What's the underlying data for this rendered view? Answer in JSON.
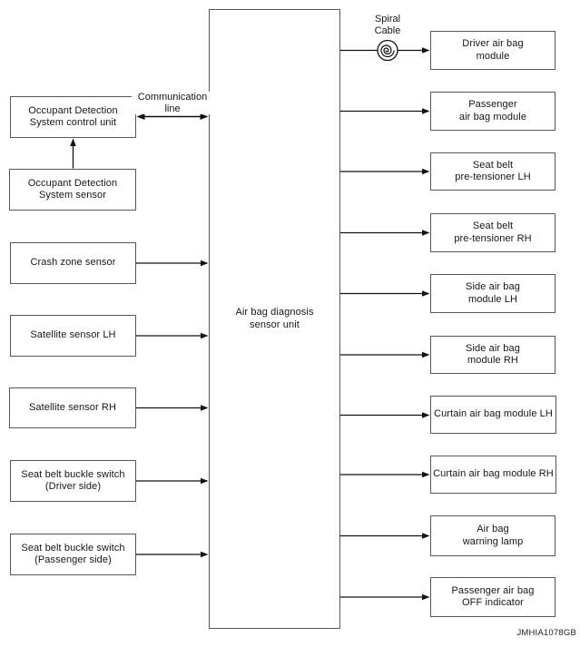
{
  "center_unit": {
    "label": "Air bag diagnosis\nsensor unit"
  },
  "left_column": [
    {
      "label": "Occupant Detection\nSystem control unit"
    },
    {
      "label": "Occupant Detection\nSystem sensor"
    },
    {
      "label": "Crash zone sensor"
    },
    {
      "label": "Satellite sensor LH"
    },
    {
      "label": "Satellite sensor RH"
    },
    {
      "label": "Seat belt buckle switch\n(Driver side)"
    },
    {
      "label": "Seat belt buckle switch\n(Passenger side)"
    }
  ],
  "right_column": [
    {
      "label": "Driver air bag\nmodule"
    },
    {
      "label": "Passenger\nair bag module"
    },
    {
      "label": "Seat belt\npre-tensioner LH"
    },
    {
      "label": "Seat belt\npre-tensioner RH"
    },
    {
      "label": "Side air bag\nmodule LH"
    },
    {
      "label": "Side air bag\nmodule RH"
    },
    {
      "label": "Curtain air bag module LH"
    },
    {
      "label": "Curtain air bag module RH"
    },
    {
      "label": "Air bag\nwarning lamp"
    },
    {
      "label": "Passenger air bag\nOFF indicator"
    }
  ],
  "annotations": {
    "communication_line": "Communication\nline",
    "spiral_cable": "Spiral\nCable",
    "figure_code": "JMHIA1078GB"
  },
  "colors": {
    "background": "#ffffff",
    "box_border": "#585858",
    "line": "#111111",
    "text": "#151515"
  }
}
